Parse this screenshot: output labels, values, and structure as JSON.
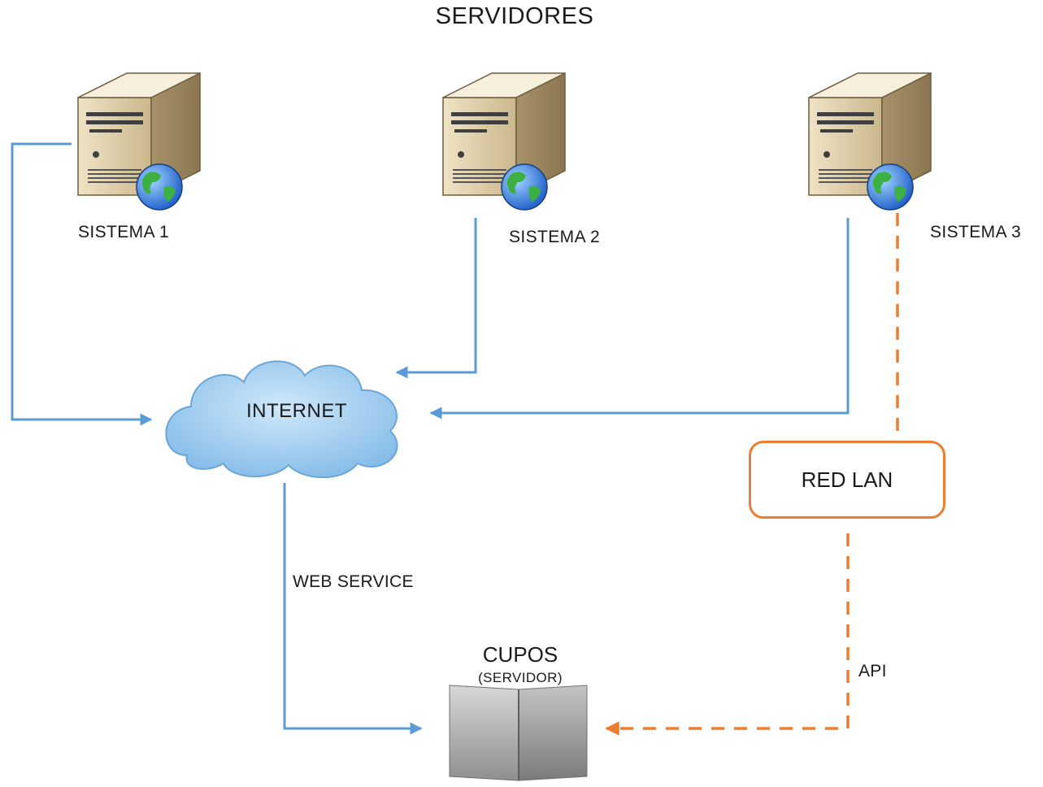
{
  "title": "SERVIDORES",
  "nodes": {
    "sistema1": {
      "label": "SISTEMA 1",
      "icon": "web-server-icon"
    },
    "sistema2": {
      "label": "SISTEMA 2",
      "icon": "web-server-icon"
    },
    "sistema3": {
      "label": "SISTEMA 3",
      "icon": "web-server-icon"
    },
    "internet": {
      "label": "INTERNET",
      "icon": "cloud-icon"
    },
    "red_lan": {
      "label": "RED LAN"
    },
    "cupos": {
      "label": "CUPOS",
      "sublabel": "(SERVIDOR)",
      "icon": "server-box-icon"
    }
  },
  "edges": [
    {
      "from": "SISTEMA 1",
      "to": "INTERNET",
      "style": "solid",
      "color": "#5b9bd5"
    },
    {
      "from": "SISTEMA 2",
      "to": "INTERNET",
      "style": "solid",
      "color": "#5b9bd5"
    },
    {
      "from": "SISTEMA 3",
      "to": "INTERNET",
      "style": "solid",
      "color": "#5b9bd5"
    },
    {
      "from": "SISTEMA 3",
      "to": "RED LAN",
      "style": "dashed",
      "color": "#ed7d31"
    },
    {
      "from": "INTERNET",
      "to": "CUPOS",
      "label": "WEB SERVICE",
      "style": "solid",
      "color": "#5b9bd5"
    },
    {
      "from": "RED LAN",
      "to": "CUPOS",
      "label": "API",
      "style": "dashed",
      "color": "#ed7d31"
    }
  ],
  "colors": {
    "blue_line": "#5b9bd5",
    "orange_line": "#ed7d31",
    "cloud": "#8cc4ee"
  }
}
